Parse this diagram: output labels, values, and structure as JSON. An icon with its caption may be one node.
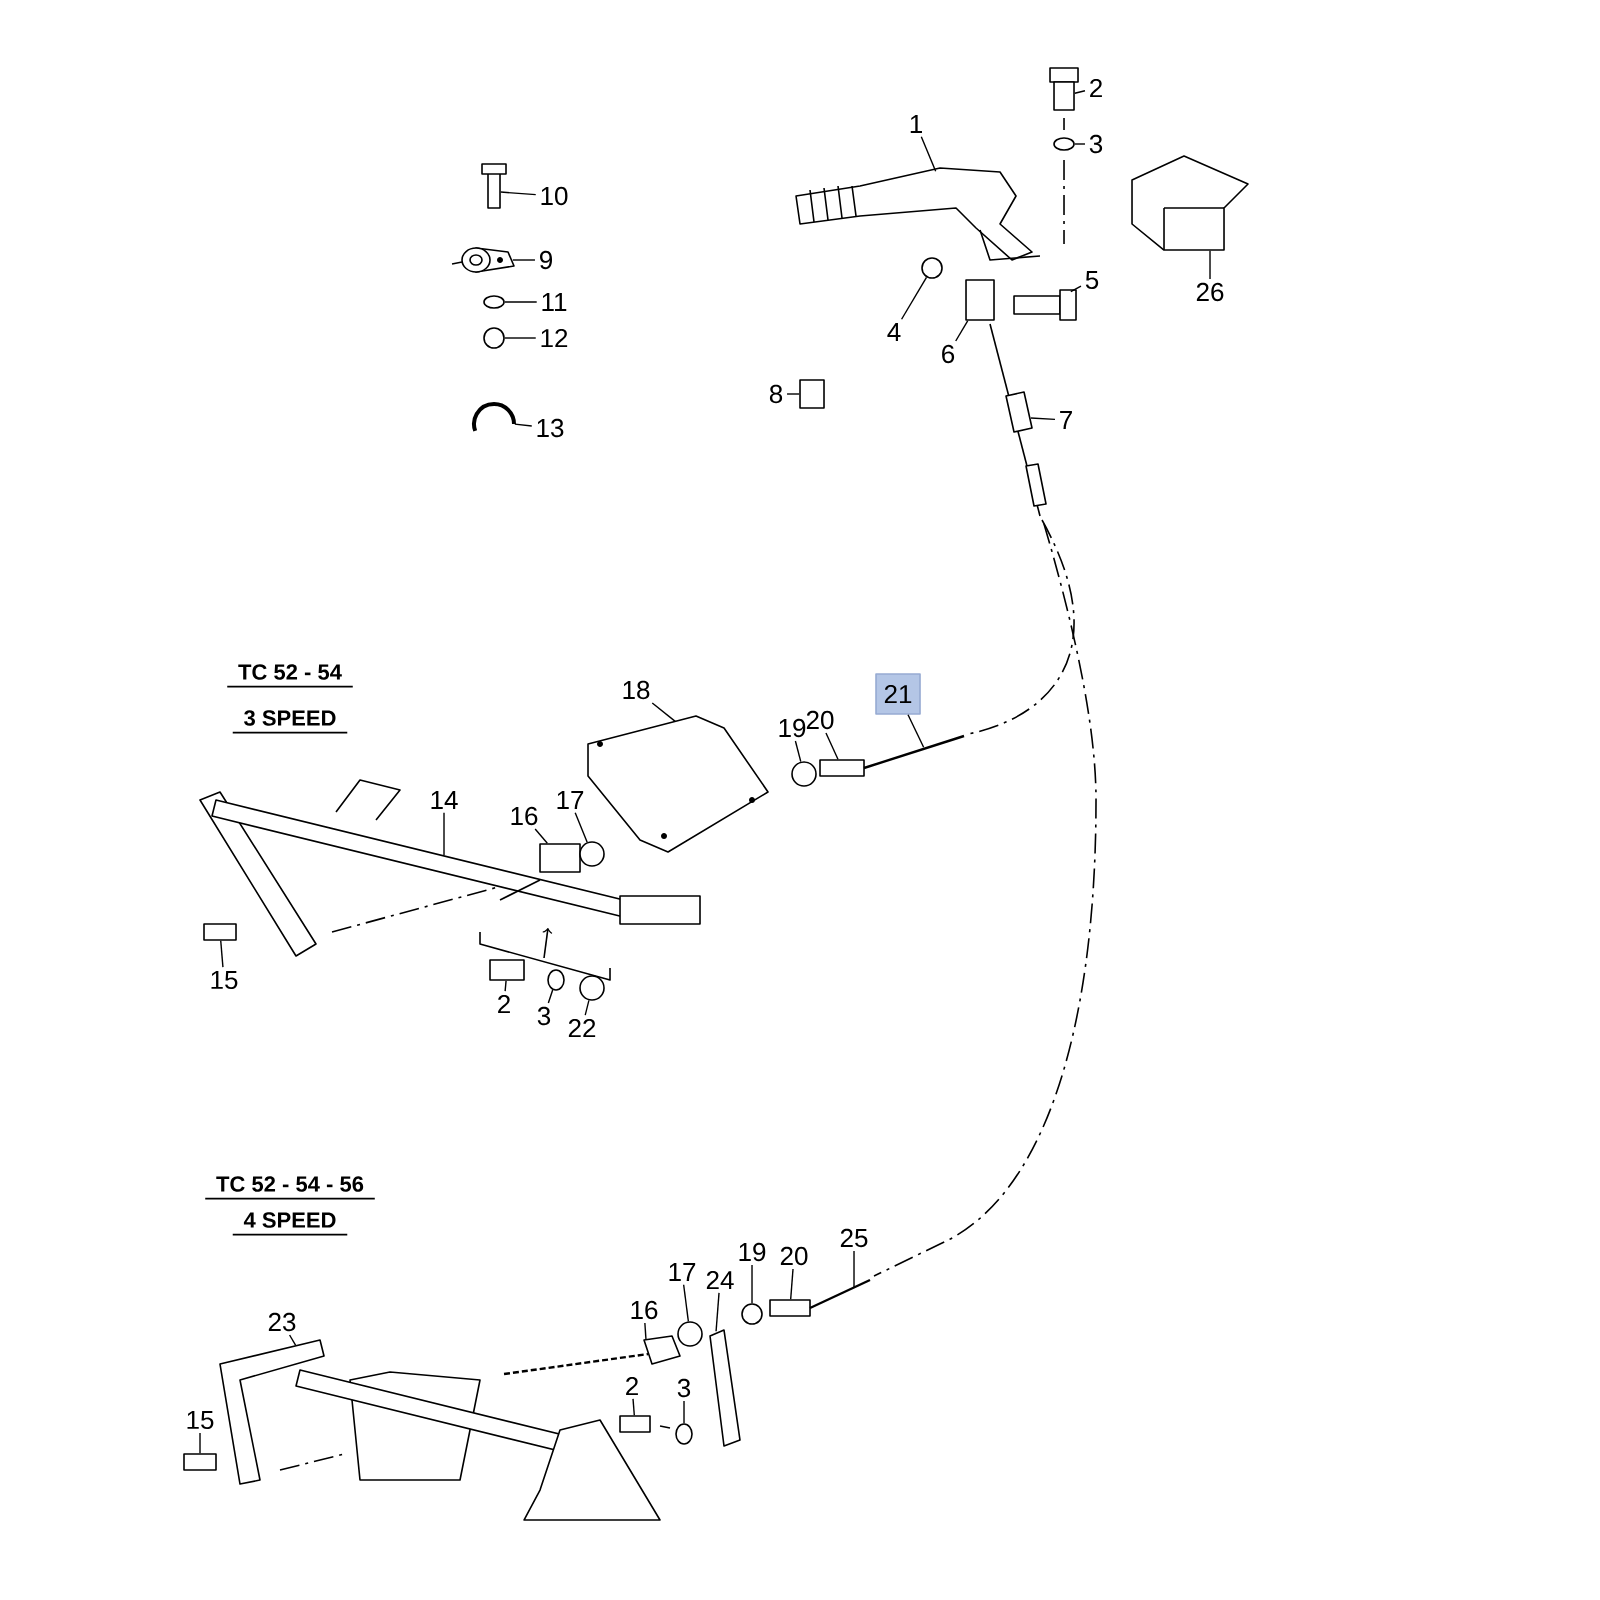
{
  "diagram": {
    "nodes": [
      {
        "text": [
          "1"
        ]
      },
      {
        "text": [
          "2"
        ]
      },
      {
        "text": [
          "3"
        ]
      },
      {
        "text": [
          "26"
        ]
      },
      {
        "text": [
          "10"
        ]
      },
      {
        "text": [
          "9"
        ]
      },
      {
        "text": [
          "11"
        ]
      },
      {
        "text": [
          "12"
        ]
      },
      {
        "text": [
          "13"
        ]
      },
      {
        "text": [
          "4"
        ]
      },
      {
        "text": [
          "5"
        ]
      },
      {
        "text": [
          "6"
        ]
      },
      {
        "text": [
          "8"
        ]
      },
      {
        "text": [
          "7"
        ]
      },
      {
        "text": [
          "18"
        ]
      },
      {
        "text": [
          "19"
        ]
      },
      {
        "text": [
          "20"
        ]
      },
      {
        "text": [
          "21"
        ]
      },
      {
        "text": [
          "14"
        ]
      },
      {
        "text": [
          "16"
        ]
      },
      {
        "text": [
          "17"
        ]
      },
      {
        "text": [
          "15"
        ]
      },
      {
        "text": [
          "2"
        ]
      },
      {
        "text": [
          "3"
        ]
      },
      {
        "text": [
          "22"
        ]
      },
      {
        "text": [
          "23"
        ]
      },
      {
        "text": [
          "16"
        ]
      },
      {
        "text": [
          "17"
        ]
      },
      {
        "text": [
          "24"
        ]
      },
      {
        "text": [
          "19"
        ]
      },
      {
        "text": [
          "20"
        ]
      },
      {
        "text": [
          "25"
        ]
      },
      {
        "text": [
          "2"
        ]
      },
      {
        "text": [
          "3"
        ]
      },
      {
        "text": [
          "15"
        ]
      },
      {
        "text": [],
        "shape": "picture"
      },
      {
        "text": [],
        "shape": "box"
      },
      {
        "text": [],
        "shape": "circle"
      },
      {
        "text": [],
        "shape": "picture"
      },
      {
        "text": [],
        "shape": "picture"
      },
      {
        "text": [],
        "shape": "picture"
      },
      {
        "text": [],
        "shape": "circle"
      },
      {
        "text": [],
        "shape": "circle"
      },
      {
        "text": [],
        "shape": "picture"
      },
      {
        "text": [],
        "shape": "circle"
      },
      {
        "text": [],
        "shape": "picture"
      },
      {
        "text": [],
        "shape": "box"
      },
      {
        "text": [],
        "shape": "box"
      },
      {
        "text": [],
        "shape": "picture"
      },
      {
        "text": [],
        "shape": "picture"
      },
      {
        "text": [],
        "shape": "circle"
      },
      {
        "text": [],
        "shape": "box"
      },
      {
        "text": [],
        "shape": "picture"
      },
      {
        "text": [],
        "shape": "picture"
      },
      {
        "text": [],
        "shape": "box"
      },
      {
        "text": [],
        "shape": "circle"
      },
      {
        "text": [],
        "shape": "box"
      },
      {
        "text": [],
        "shape": "box"
      },
      {
        "text": [],
        "shape": "circle"
      },
      {
        "text": [],
        "shape": "circle"
      },
      {
        "text": [],
        "shape": "picture"
      },
      {
        "text": [],
        "shape": "picture"
      },
      {
        "text": [],
        "shape": "circle"
      },
      {
        "text": [],
        "shape": "picture"
      },
      {
        "text": [],
        "shape": "circle"
      },
      {
        "text": [],
        "shape": "box"
      },
      {
        "text": [],
        "shape": "picture"
      },
      {
        "text": [],
        "shape": "box"
      },
      {
        "text": [],
        "shape": "circle"
      },
      {
        "text": [],
        "shape": "box"
      }
    ],
    "edges": [
      {
        "from": 0,
        "to": 35,
        "arrow": "none"
      },
      {
        "from": 1,
        "to": 36,
        "arrow": "none"
      },
      {
        "from": 2,
        "to": 37,
        "arrow": "none"
      },
      {
        "from": 3,
        "to": 38,
        "arrow": "none"
      },
      {
        "from": 4,
        "to": 39,
        "arrow": "none"
      },
      {
        "from": 5,
        "to": 40,
        "arrow": "none"
      },
      {
        "from": 6,
        "to": 41,
        "arrow": "none"
      },
      {
        "from": 7,
        "to": 42,
        "arrow": "none"
      },
      {
        "from": 8,
        "to": 43,
        "arrow": "none"
      },
      {
        "from": 9,
        "to": 44,
        "arrow": "none"
      },
      {
        "from": 10,
        "to": 45,
        "arrow": "none"
      },
      {
        "from": 11,
        "to": 46,
        "arrow": "none"
      },
      {
        "from": 12,
        "to": 47,
        "arrow": "none"
      },
      {
        "from": 13,
        "to": 48,
        "arrow": "none"
      },
      {
        "from": 14,
        "to": 49,
        "arrow": "none"
      },
      {
        "from": 15,
        "to": 50,
        "arrow": "none"
      },
      {
        "from": 16,
        "to": 51,
        "arrow": "none"
      },
      {
        "from": 17,
        "to": 52,
        "arrow": "none"
      },
      {
        "from": 18,
        "to": 53,
        "arrow": "none"
      },
      {
        "from": 19,
        "to": 54,
        "arrow": "none"
      },
      {
        "from": 20,
        "to": 55,
        "arrow": "none"
      },
      {
        "from": 21,
        "to": 56,
        "arrow": "none"
      },
      {
        "from": 22,
        "to": 57,
        "arrow": "none"
      },
      {
        "from": 23,
        "to": 58,
        "arrow": "none"
      },
      {
        "from": 24,
        "to": 59,
        "arrow": "none"
      },
      {
        "from": 25,
        "to": 60,
        "arrow": "none"
      },
      {
        "from": 26,
        "to": 61,
        "arrow": "none"
      },
      {
        "from": 27,
        "to": 62,
        "arrow": "none"
      },
      {
        "from": 28,
        "to": 63,
        "arrow": "none"
      },
      {
        "from": 29,
        "to": 64,
        "arrow": "none"
      },
      {
        "from": 30,
        "to": 65,
        "arrow": "none"
      },
      {
        "from": 31,
        "to": 66,
        "arrow": "none"
      },
      {
        "from": 32,
        "to": 67,
        "arrow": "none"
      },
      {
        "from": 33,
        "to": 68,
        "arrow": "none"
      },
      {
        "from": 34,
        "to": 69,
        "arrow": "none"
      }
    ],
    "labels": [
      "TC 52 - 54",
      "3 SPEED",
      "TC 52 - 54 - 56",
      "4 SPEED"
    ]
  }
}
